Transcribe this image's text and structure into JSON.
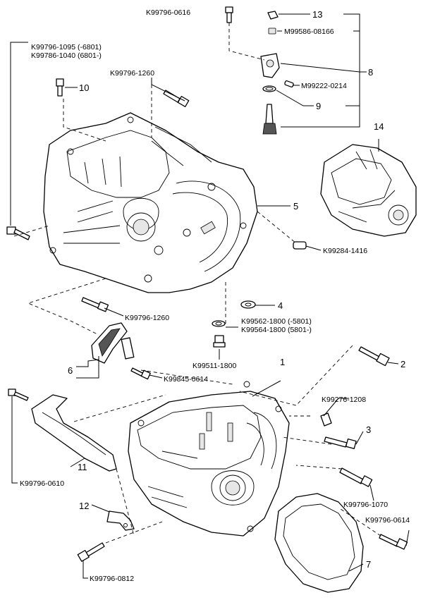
{
  "diagram": {
    "parts": [
      {
        "id": "1"
      },
      {
        "id": "2"
      },
      {
        "id": "3"
      },
      {
        "id": "4"
      },
      {
        "id": "5"
      },
      {
        "id": "6"
      },
      {
        "id": "7"
      },
      {
        "id": "8"
      },
      {
        "id": "9"
      },
      {
        "id": "10"
      },
      {
        "id": "11"
      },
      {
        "id": "12"
      },
      {
        "id": "13"
      },
      {
        "id": "14"
      }
    ],
    "fasteners": [
      {
        "code": "K99796-0616"
      },
      {
        "code": "K99796-1095 (-6801)"
      },
      {
        "code": "K99786-1040 (6801-)"
      },
      {
        "code": "K99796-1260"
      },
      {
        "code": "M99586-08166"
      },
      {
        "code": "M99222-0214"
      },
      {
        "code": "K99284-1416"
      },
      {
        "code": "K99796-1260"
      },
      {
        "code": "K99562-1800 (-5801)"
      },
      {
        "code": "K99564-1800 (5801-)"
      },
      {
        "code": "K99511-1800"
      },
      {
        "code": "K99845-0614"
      },
      {
        "code": "K99276-1208"
      },
      {
        "code": "K99796-0610"
      },
      {
        "code": "K99796-1070"
      },
      {
        "code": "K99796-0614"
      },
      {
        "code": "K99796-0812"
      }
    ]
  }
}
